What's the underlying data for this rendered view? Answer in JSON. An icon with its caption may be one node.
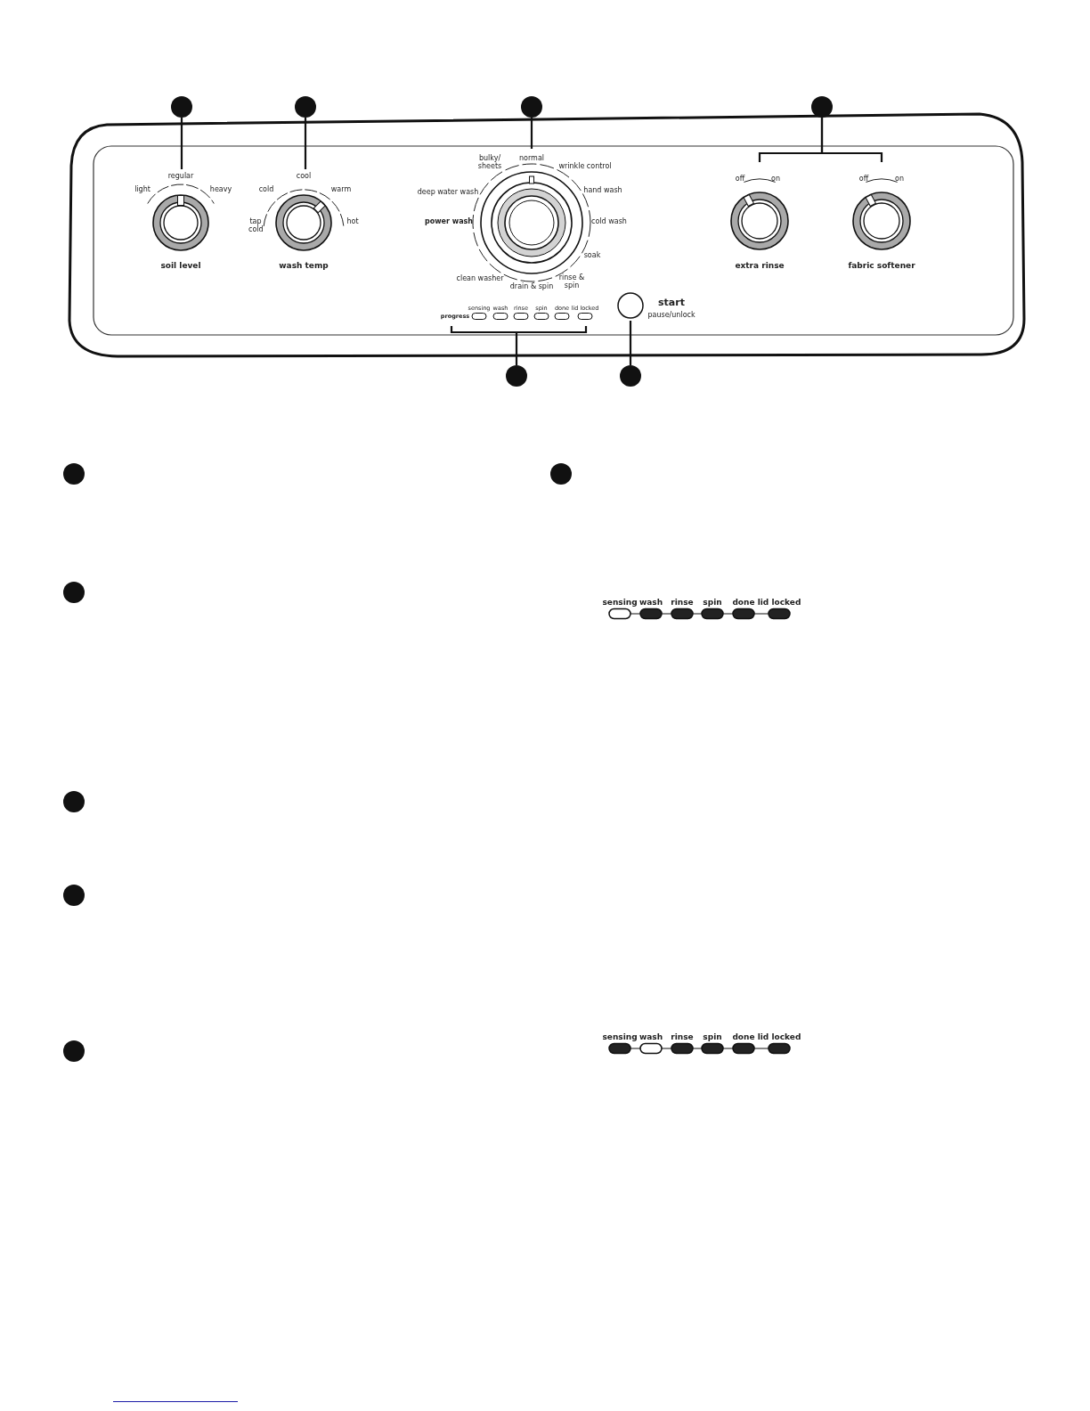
{
  "diagram": {
    "nodes": [
      {
        "text": [],
        "shape": "circle"
      },
      {
        "text": [
          "soil level"
        ]
      },
      {
        "text": [],
        "shape": "circle"
      },
      {
        "text": [
          "wash temp"
        ]
      },
      {
        "text": [],
        "shape": "circle"
      },
      {
        "text": [],
        "shape": "circle"
      },
      {
        "text": [],
        "shape": "circle"
      },
      {
        "text": [
          "extra rinse"
        ]
      },
      {
        "text": [
          "fabric softener"
        ]
      },
      {
        "text": [],
        "shape": "circle"
      },
      {
        "text": [
          "progress"
        ]
      },
      {
        "text": [],
        "shape": "circle"
      },
      {
        "text": [],
        "shape": "circle",
        "beside": [
          "start",
          "pause/unlock"
        ]
      },
      {
        "text": [],
        "shape": "circle"
      },
      {
        "text": [],
        "shape": "circle"
      },
      {
        "text": [],
        "shape": "circle"
      },
      {
        "text": [],
        "shape": "circle"
      },
      {
        "text": [],
        "shape": "circle"
      },
      {
        "text": [],
        "shape": "circle"
      }
    ],
    "edges": [
      {
        "from": 0,
        "to": 1,
        "arrow": "none"
      },
      {
        "from": 2,
        "to": 3,
        "arrow": "none"
      },
      {
        "from": 4,
        "to": 5,
        "arrow": "none"
      },
      {
        "from": 6,
        "to": 7,
        "arrow": "none"
      },
      {
        "from": 6,
        "to": 8,
        "arrow": "none"
      },
      {
        "from": 9,
        "to": 10,
        "arrow": "none"
      },
      {
        "from": 11,
        "to": 12,
        "arrow": "none"
      }
    ],
    "labels": [
      "regular",
      "light",
      "heavy",
      "cool",
      "cold",
      "warm",
      "tap cold",
      "hot",
      "normal",
      "bulky/ sheets",
      "wrinkle control",
      "deep water wash",
      "hand wash",
      "power wash",
      "cold wash",
      "soak",
      "clean washer",
      "drain & spin",
      "rinse & spin",
      "off",
      "on",
      "off",
      "on",
      "sensing",
      "wash",
      "rinse",
      "spin",
      "done",
      "lid locked",
      "sensing",
      "wash",
      "rinse",
      "spin",
      "done",
      "lid locked",
      "sensing",
      "wash",
      "rinse",
      "spin",
      "done",
      "lid locked"
    ]
  }
}
